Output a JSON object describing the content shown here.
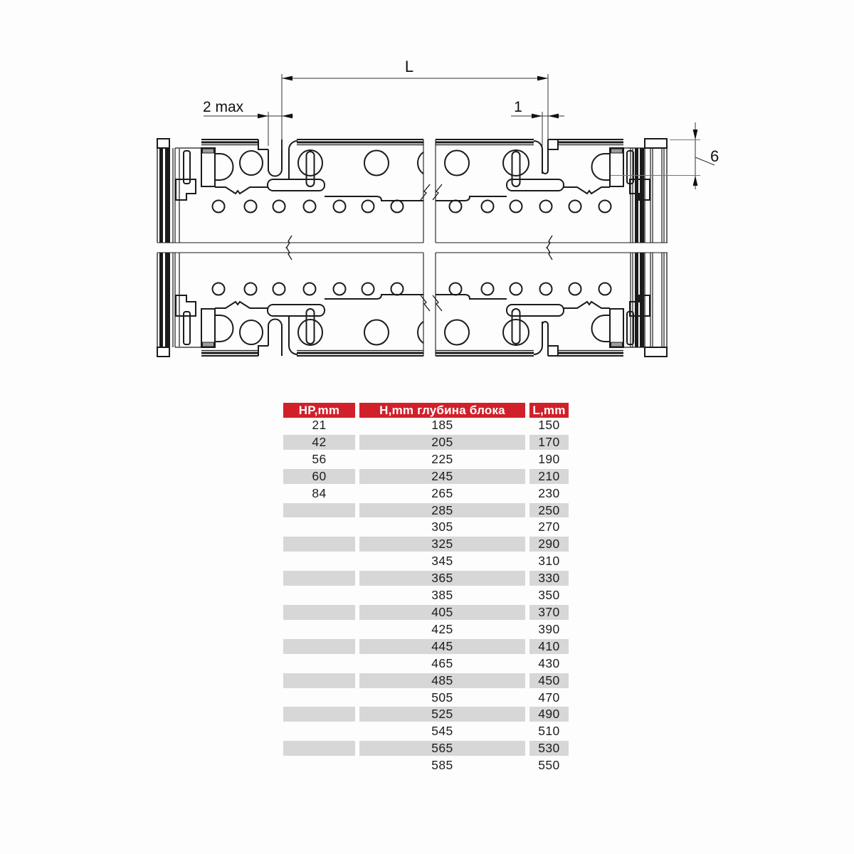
{
  "drawing": {
    "labels": {
      "l": "L",
      "two_max": "2 max",
      "one": "1",
      "six": "6"
    }
  },
  "table": {
    "headers": [
      "HP,mm",
      "H,mm глубина блока",
      "L,mm"
    ],
    "rows": [
      [
        "21",
        "185",
        "150"
      ],
      [
        "42",
        "205",
        "170"
      ],
      [
        "56",
        "225",
        "190"
      ],
      [
        "60",
        "245",
        "210"
      ],
      [
        "84",
        "265",
        "230"
      ],
      [
        "",
        "285",
        "250"
      ],
      [
        "",
        "305",
        "270"
      ],
      [
        "",
        "325",
        "290"
      ],
      [
        "",
        "345",
        "310"
      ],
      [
        "",
        "365",
        "330"
      ],
      [
        "",
        "385",
        "350"
      ],
      [
        "",
        "405",
        "370"
      ],
      [
        "",
        "425",
        "390"
      ],
      [
        "",
        "445",
        "410"
      ],
      [
        "",
        "465",
        "430"
      ],
      [
        "",
        "485",
        "450"
      ],
      [
        "",
        "505",
        "470"
      ],
      [
        "",
        "525",
        "490"
      ],
      [
        "",
        "545",
        "510"
      ],
      [
        "",
        "565",
        "530"
      ],
      [
        "",
        "585",
        "550"
      ]
    ]
  },
  "colors": {
    "header-red": "#d1202a",
    "row-gray": "#d7d7d7",
    "line": "#1b1b1b",
    "page-bg": "#fdfdfd"
  }
}
